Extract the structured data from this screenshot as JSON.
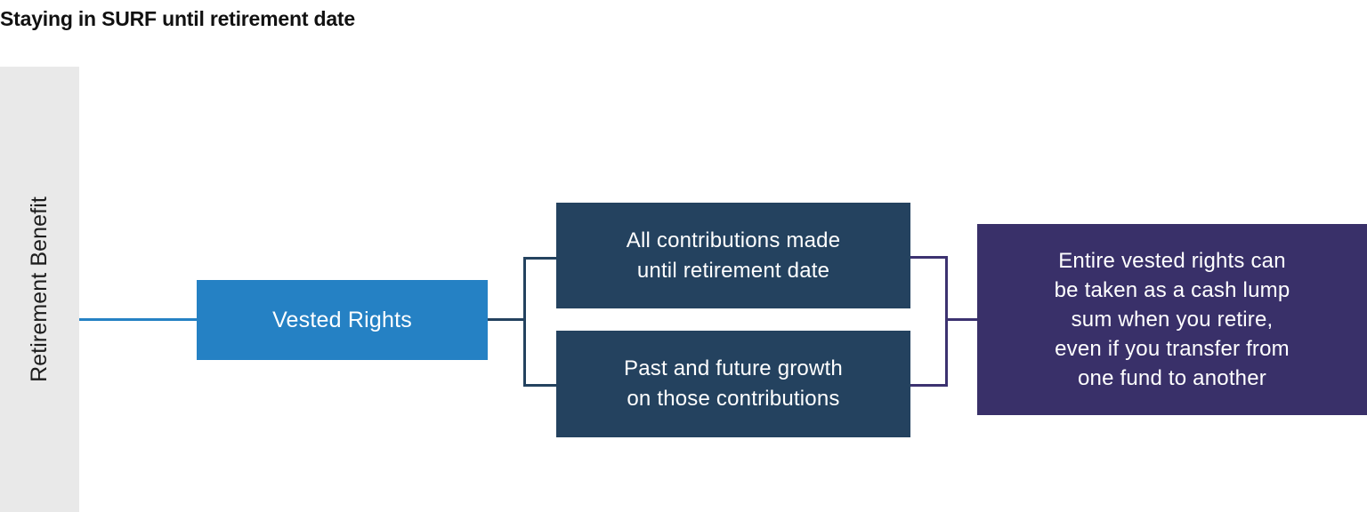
{
  "title": "Staying in SURF until retirement date",
  "category_band": {
    "label": "Retirement Benefit",
    "background_color": "#e9e9e9"
  },
  "nodes": {
    "vested_rights": {
      "label": "Vested Rights",
      "color": "#2581c4",
      "text_color": "#ffffff"
    },
    "contributions": {
      "label": "All contributions made\nuntil retirement date",
      "color": "#24425f",
      "text_color": "#ffffff"
    },
    "growth": {
      "label": "Past and future growth\non those contributions",
      "color": "#24425f",
      "text_color": "#ffffff"
    },
    "lump_sum": {
      "label": "Entire vested rights can\nbe taken as a cash lump\nsum when you retire,\neven if you transfer from\none fund to another",
      "color": "#393069",
      "text_color": "#ffffff"
    }
  },
  "connectors": {
    "band_to_vested_color": "#2581c4",
    "vested_to_split_color": "#24425f",
    "split_to_merge_color": "#3c3270"
  }
}
